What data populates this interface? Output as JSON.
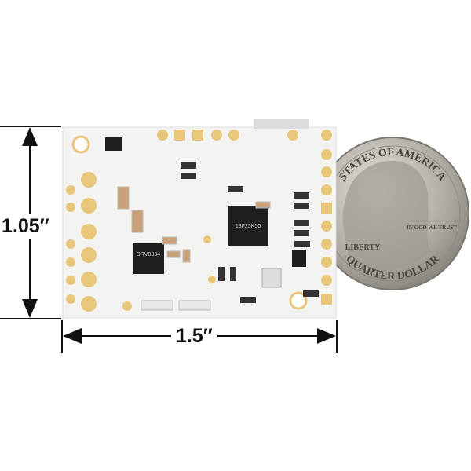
{
  "dimensions": {
    "height_label": "1.05″",
    "width_label": "1.5″"
  },
  "board": {
    "color": "#f3f3f1",
    "pad_color": "#e8c67a",
    "chip_markings": [
      "DRV8834",
      "18F25K50"
    ]
  },
  "coin": {
    "inscriptions": [
      "STATES OF AMERICA",
      "IN GOD WE TRUST",
      "LIBERTY",
      "QUARTER DOLLAR"
    ],
    "color": "#b9b6ad"
  }
}
